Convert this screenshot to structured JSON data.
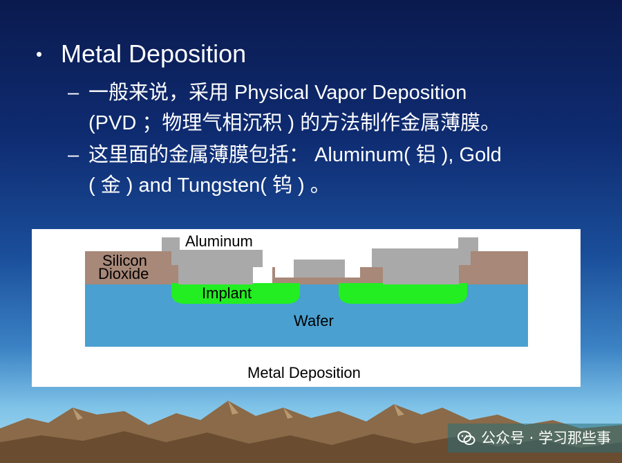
{
  "slide": {
    "bullet_symbol": "•",
    "title": "Metal Deposition",
    "sub_dash": "–",
    "sub1_line1": "一般来说，采用 Physical Vapor Deposition",
    "sub1_line2": "(PVD ；物理气相沉积 ) 的方法制作金属薄膜。",
    "sub2_line1": "这里面的金属薄膜包括： Aluminum( 铝 ), Gold",
    "sub2_line2": "( 金 ) and Tungsten( 钨 ) 。"
  },
  "figure": {
    "label_aluminum": "Aluminum",
    "label_silicon": "Silicon",
    "label_dioxide": "Dioxide",
    "label_implant": "Implant",
    "label_wafer": "Wafer",
    "caption": "Metal Deposition",
    "colors": {
      "wafer": "#4aa0d0",
      "oxide": "#a88878",
      "metal": "#a9a9a9",
      "implant": "#22ee22"
    }
  },
  "watermark": {
    "icon": "wechat-icon",
    "text": "公众号 · 学习那些事"
  }
}
